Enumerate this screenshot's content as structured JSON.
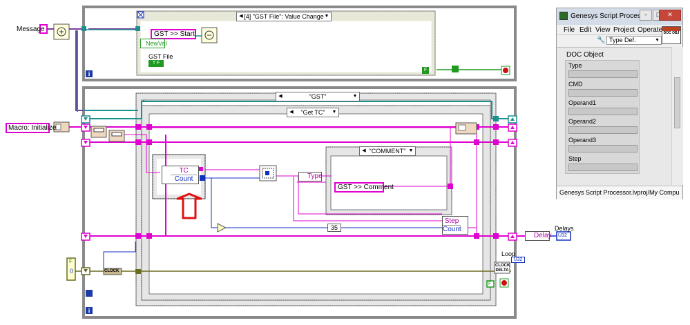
{
  "block_diagram": {
    "top_event_case_label": "[4] \"GST File\": Value Change",
    "top_indicator_label": "GST >> Start",
    "newval_label": "NewVal",
    "gst_file_label": "GST File",
    "gst_file_constant": "T F",
    "top_stop_constant": "F",
    "message_label": "Message",
    "macro_initialize_label": "Macro: Initialize",
    "outer_case_label": "\"GST\"",
    "inner_case_label": "\"Get TC\"",
    "comment_case_label": "\"COMMENT\"",
    "cluster_top_field": "TC",
    "cluster_bottom_field": "Count",
    "type_unbundle_label": "Type",
    "gst_comment_label": "GST >> Comment",
    "step_field": "Step",
    "count_field": "Count",
    "numeric_constant": "35",
    "delay_label": "Delay",
    "delays_label": "Delays",
    "delays_type": "U32",
    "loop_label": "Loop",
    "loop_type": "U32",
    "clock_delta_label": "CLOCK DELTA",
    "clock_label": "CLOCK",
    "bool_constant_top": "F",
    "bool_constant_value": "0",
    "loop_stop_constant": "F",
    "info_icon": "i"
  },
  "window": {
    "title": "Genesys Script Processor.lvproj/My Computer",
    "title_display": "Genesys Script Proces...",
    "menu": [
      "File",
      "Edit",
      "View",
      "Project",
      "Operate"
    ],
    "typedef_label": "Type Def.",
    "doc_icon_text": "DOC OBJ",
    "control_label": "DOC Object",
    "fields": [
      "Type",
      "CMD",
      "Operand1",
      "Operand2",
      "Operand3",
      "Step"
    ],
    "status_path": "Genesys Script Processor.lvproj/My Compu"
  },
  "annotation": {
    "arrow_color": "#e01010"
  }
}
